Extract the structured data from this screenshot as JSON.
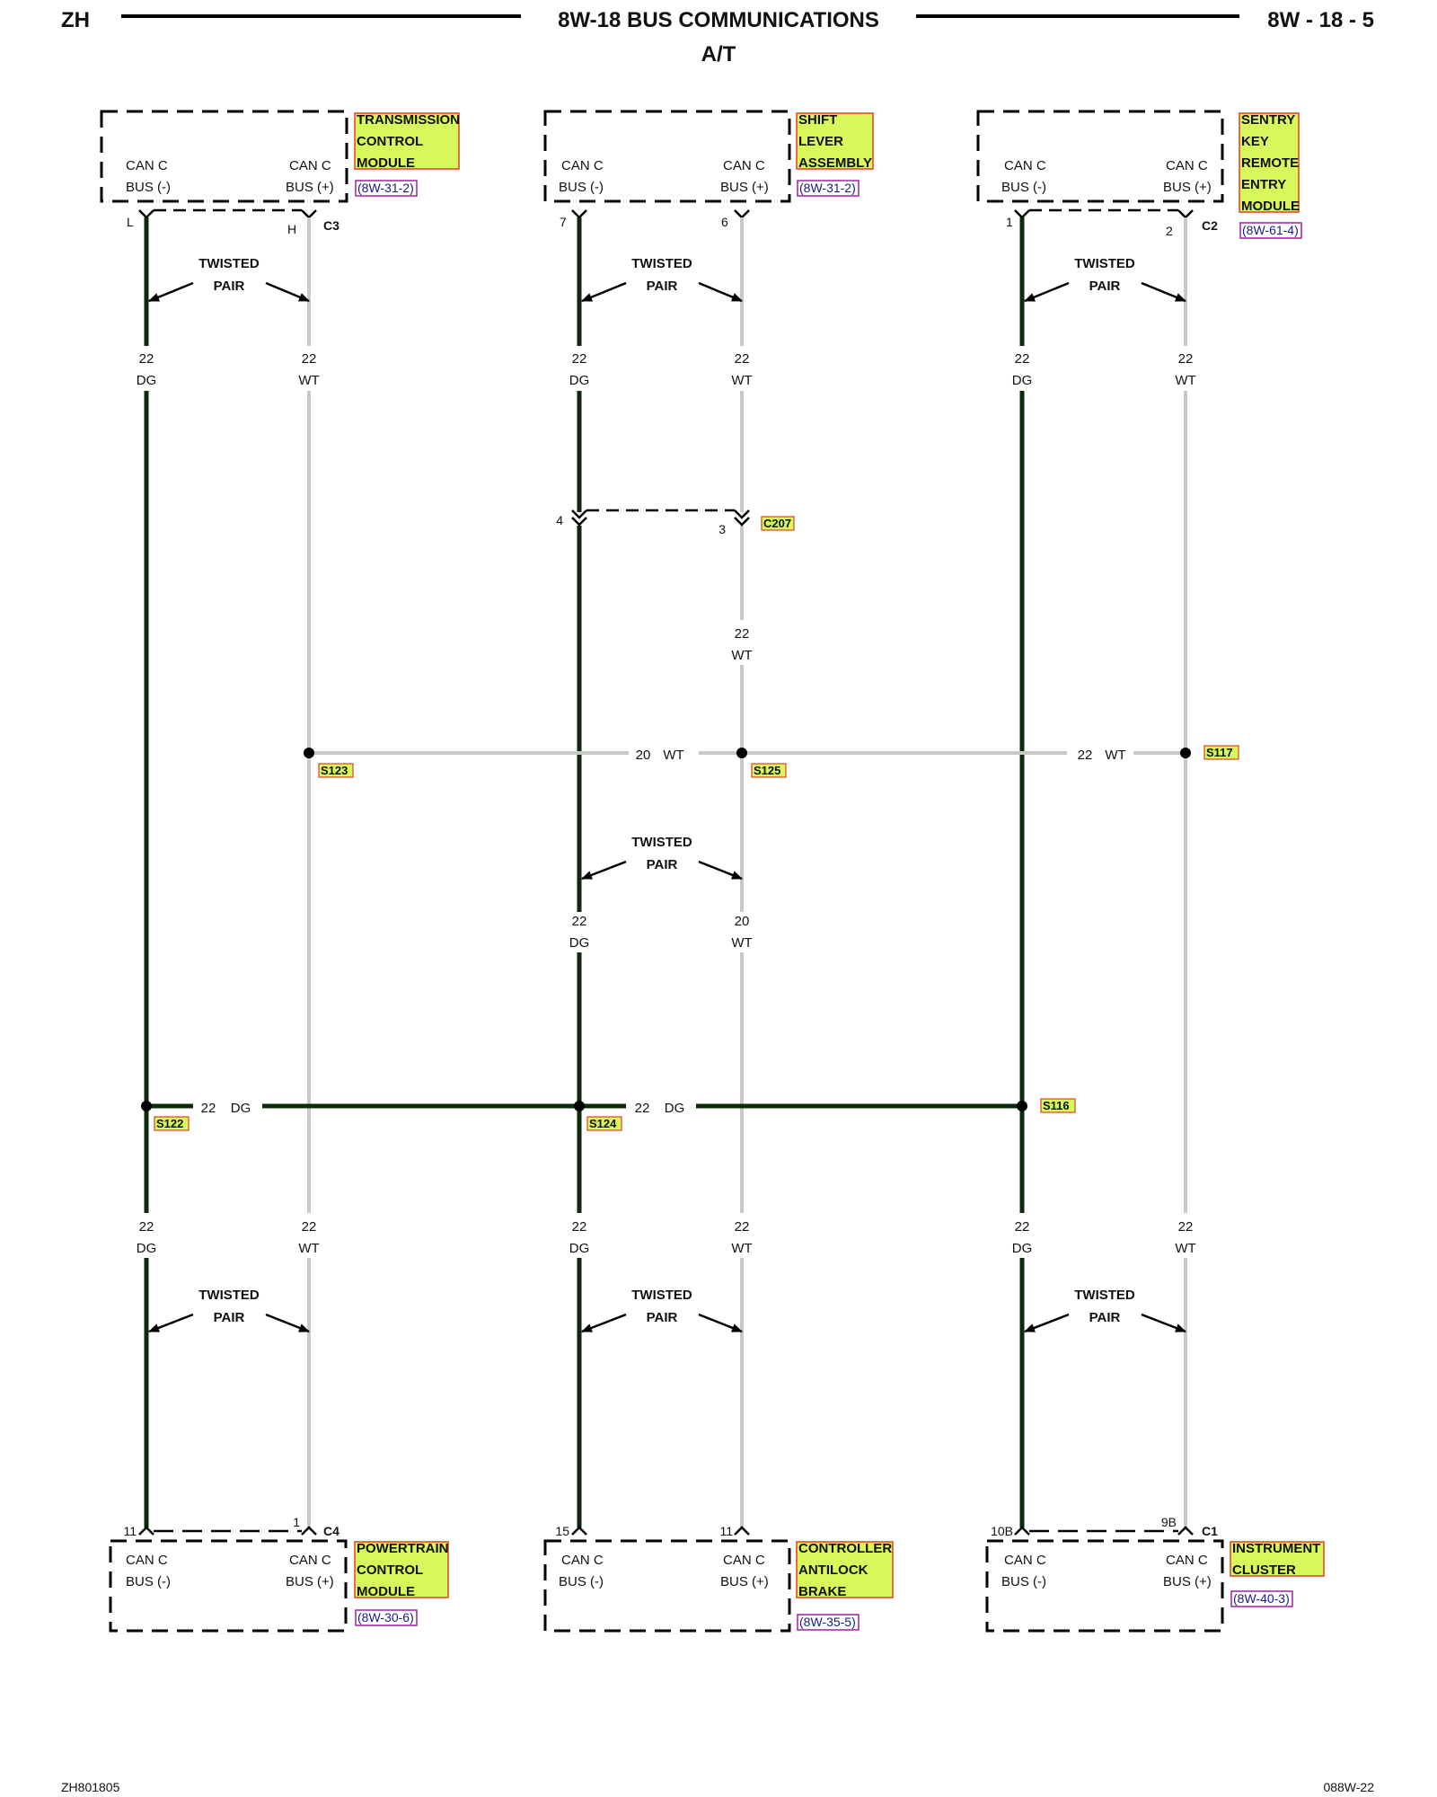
{
  "header": {
    "left": "ZH",
    "title": "8W-18 BUS COMMUNICATIONS",
    "page": "8W - 18 - 5",
    "subtitle": "A/T"
  },
  "footer": {
    "left": "ZH801805",
    "right": "088W-22"
  },
  "common": {
    "can_c": "CAN C",
    "bus_neg": "BUS (-)",
    "bus_pos": "BUS (+)",
    "twisted": "TWISTED",
    "pair": "PAIR",
    "gauge_22": "22",
    "gauge_20": "20",
    "dg": "DG",
    "wt": "WT"
  },
  "modules": {
    "tcm": {
      "lines": [
        "TRANSMISSION",
        "CONTROL",
        "MODULE"
      ],
      "ref": "(8W-31-2)",
      "connector": "C3",
      "pin_neg": "L",
      "pin_pos": "H"
    },
    "sla": {
      "lines": [
        "SHIFT",
        "LEVER",
        "ASSEMBLY"
      ],
      "ref": "(8W-31-2)",
      "pin_neg": "7",
      "pin_pos": "6"
    },
    "skreem": {
      "lines": [
        "SENTRY",
        "KEY",
        "REMOTE",
        "ENTRY",
        "MODULE"
      ],
      "ref": "(8W-61-4)",
      "connector": "C2",
      "pin_neg": "1",
      "pin_pos": "2"
    },
    "pcm": {
      "lines": [
        "POWERTRAIN",
        "CONTROL",
        "MODULE"
      ],
      "ref": "(8W-30-6)",
      "connector": "C4",
      "pin_neg": "11",
      "pin_pos": "1"
    },
    "cab": {
      "lines": [
        "CONTROLLER",
        "ANTILOCK",
        "BRAKE"
      ],
      "ref": "(8W-35-5)",
      "pin_neg": "15",
      "pin_pos": "11"
    },
    "ic": {
      "lines": [
        "INSTRUMENT",
        "CLUSTER"
      ],
      "ref": "(8W-40-3)",
      "connector": "C1",
      "pin_neg": "10B",
      "pin_pos": "9B"
    }
  },
  "inline_connector": {
    "name": "C207",
    "pin_neg": "4",
    "pin_pos": "3"
  },
  "splices": {
    "s123": "S123",
    "s125": "S125",
    "s117": "S117",
    "s122": "S122",
    "s124": "S124",
    "s116": "S116"
  },
  "colors": {
    "dg_wire": "#0d2a0d",
    "wt_wire": "#c8c8c8",
    "label_fill": "#d9f75a",
    "label_border": "#e04020",
    "ref_border": "#a020a0",
    "ref_text": "#1a1a8a"
  }
}
